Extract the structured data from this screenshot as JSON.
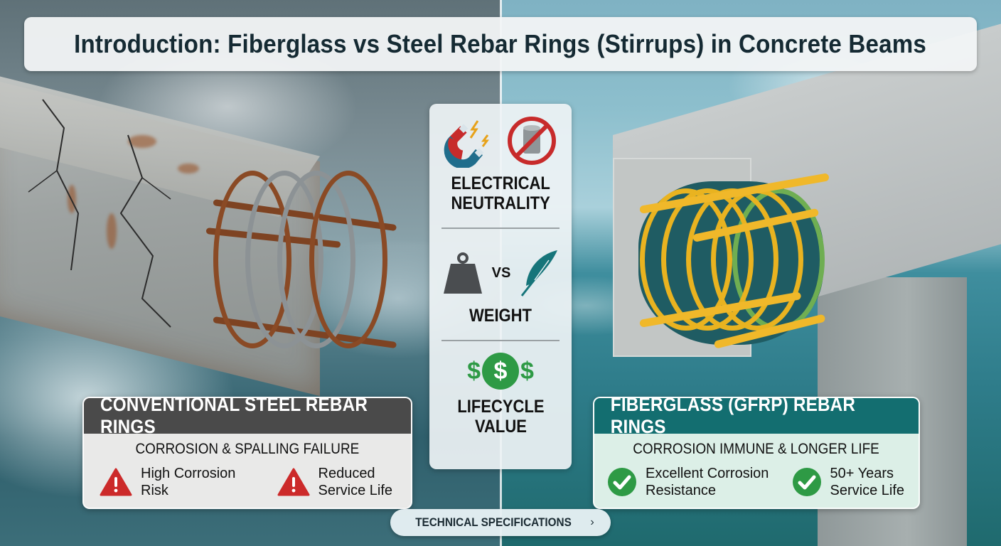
{
  "title": "Introduction: Fiberglass vs Steel Rebar Rings (Stirrups) in Concrete Beams",
  "scenes": {
    "left": {
      "description": "Cracked, rusted concrete beam with corroded steel stirrups, storm waves",
      "colors": {
        "rust": "#8a4a25",
        "steel": "#8c9295",
        "concrete": "#a3a7a6"
      }
    },
    "right": {
      "description": "Intact concrete beam with yellow/green fiberglass stirrups over calm sea",
      "colors": {
        "gfrp_yellow": "#e9b320",
        "gfrp_green": "#6fae52",
        "concrete": "#c2c6c5"
      }
    }
  },
  "center_panel": {
    "sections": [
      {
        "label_line1": "ELECTRICAL",
        "label_line2": "NEUTRALITY",
        "icons": [
          "magnet-icon",
          "no-metal-icon"
        ]
      },
      {
        "label_line1": "WEIGHT",
        "label_line2": "",
        "icons": [
          "weight-icon",
          "feather-icon"
        ],
        "vs": "VS"
      },
      {
        "label_line1": "LIFECYCLE",
        "label_line2": "VALUE",
        "icons": [
          "dollar-icon"
        ]
      }
    ]
  },
  "cards": {
    "steel": {
      "header": "CONVENTIONAL STEEL REBAR RINGS",
      "subtitle": "CORROSION & SPALLING FAILURE",
      "header_color": "#4a4a4a",
      "items": [
        {
          "line1": "High Corrosion",
          "line2": "Risk",
          "icon": "warning-icon"
        },
        {
          "line1": "Reduced",
          "line2": "Service Life",
          "icon": "warning-icon"
        }
      ]
    },
    "gfrp": {
      "header": "FIBERGLASS (GFRP) REBAR RINGS",
      "subtitle": "CORROSION IMMUNE & LONGER LIFE",
      "header_color": "#136e70",
      "items": [
        {
          "line1": "Excellent Corrosion",
          "line2": "Resistance",
          "icon": "check-circle-icon"
        },
        {
          "line1": "50+ Years",
          "line2": "Service Life",
          "icon": "check-circle-icon"
        }
      ]
    }
  },
  "button": {
    "label": "TECHNICAL SPECIFICATIONS",
    "chevron": "›"
  },
  "colors": {
    "warning_red": "#cc2a2a",
    "check_green": "#2e9a45",
    "dollar_green": "#2e9a45",
    "feather_teal": "#16757a",
    "weight_grey": "#4a4d50"
  }
}
